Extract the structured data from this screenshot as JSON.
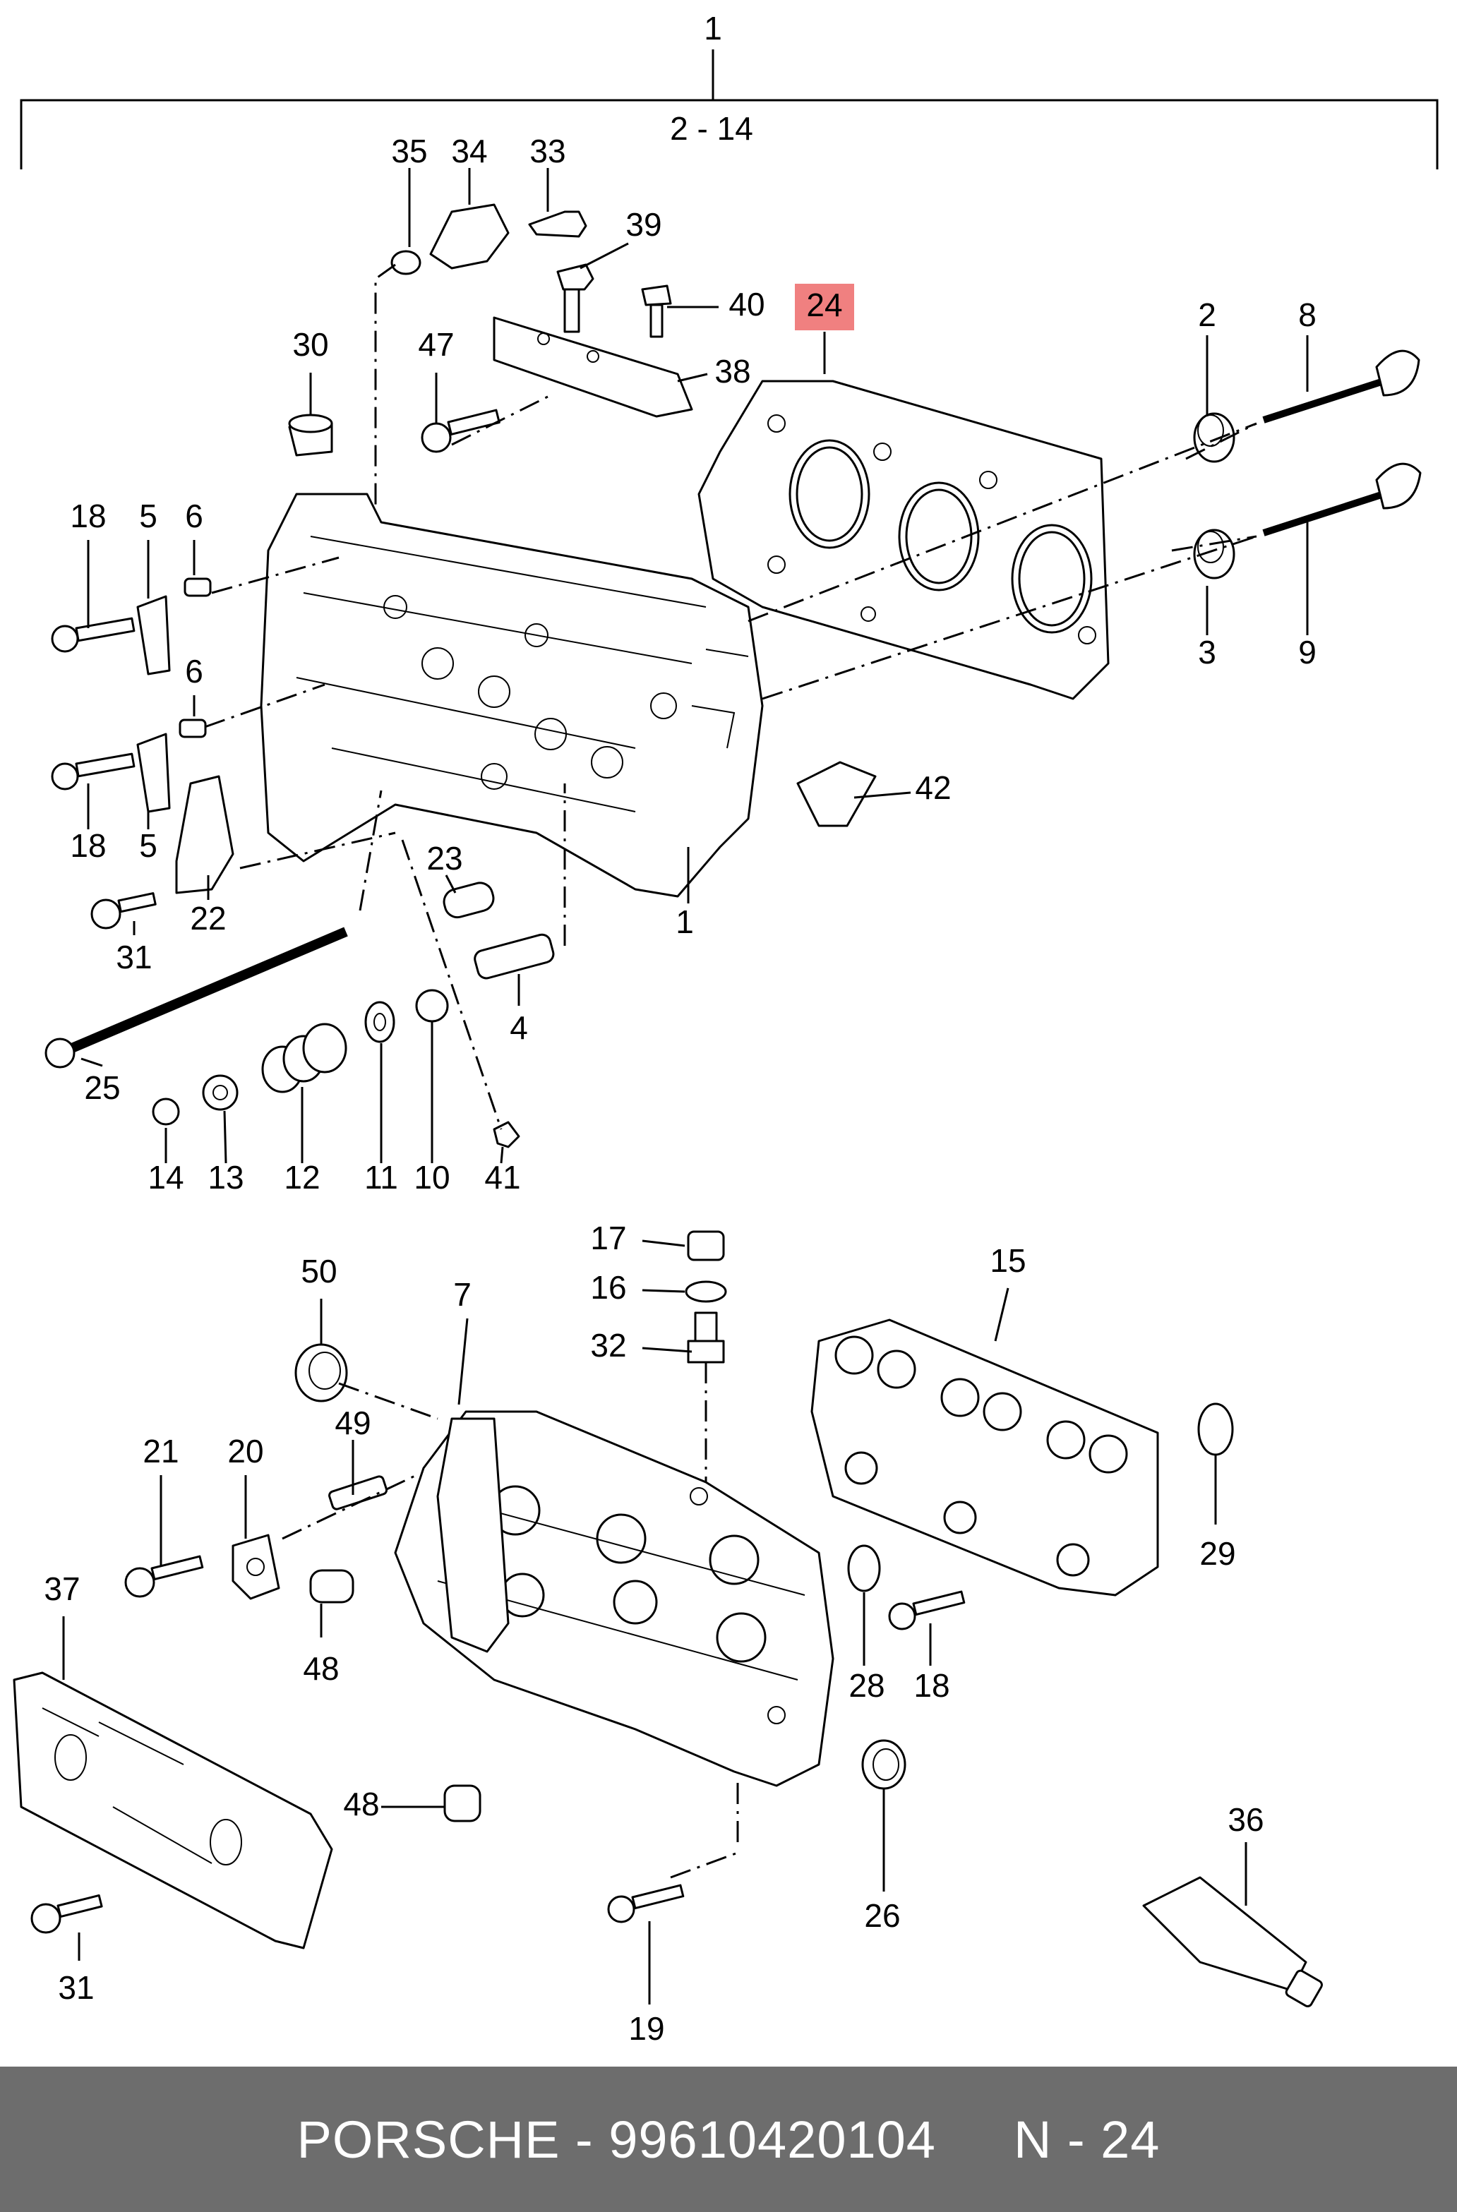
{
  "diagram": {
    "labels": {
      "top_assembly": "1",
      "range": "2 - 14",
      "l35": "35",
      "l34": "34",
      "l33": "33",
      "l39": "39",
      "l40": "40",
      "l24": "24",
      "l38": "38",
      "l30": "30",
      "l47": "47",
      "l2": "2",
      "l8": "8",
      "l3": "3",
      "l9": "9",
      "l18a": "18",
      "l5a": "5",
      "l6a": "6",
      "l6b": "6",
      "l18b": "18",
      "l5b": "5",
      "l42": "42",
      "l22": "22",
      "l23": "23",
      "l31a": "31",
      "l1": "1",
      "l4": "4",
      "l25": "25",
      "l14": "14",
      "l13": "13",
      "l12": "12",
      "l11": "11",
      "l10": "10",
      "l41": "41",
      "l17": "17",
      "l16": "16",
      "l32": "32",
      "l50": "50",
      "l7": "7",
      "l15": "15",
      "l21": "21",
      "l20": "20",
      "l49": "49",
      "l29": "29",
      "l37": "37",
      "l48a": "48",
      "l28": "28",
      "l18c": "18",
      "l48b": "48",
      "l26": "26",
      "l36": "36",
      "l31b": "31",
      "l19": "19"
    },
    "highlight_color": "#f08080"
  },
  "footer": {
    "text": "PORSCHE - 99610420104",
    "page": "N - 24"
  }
}
